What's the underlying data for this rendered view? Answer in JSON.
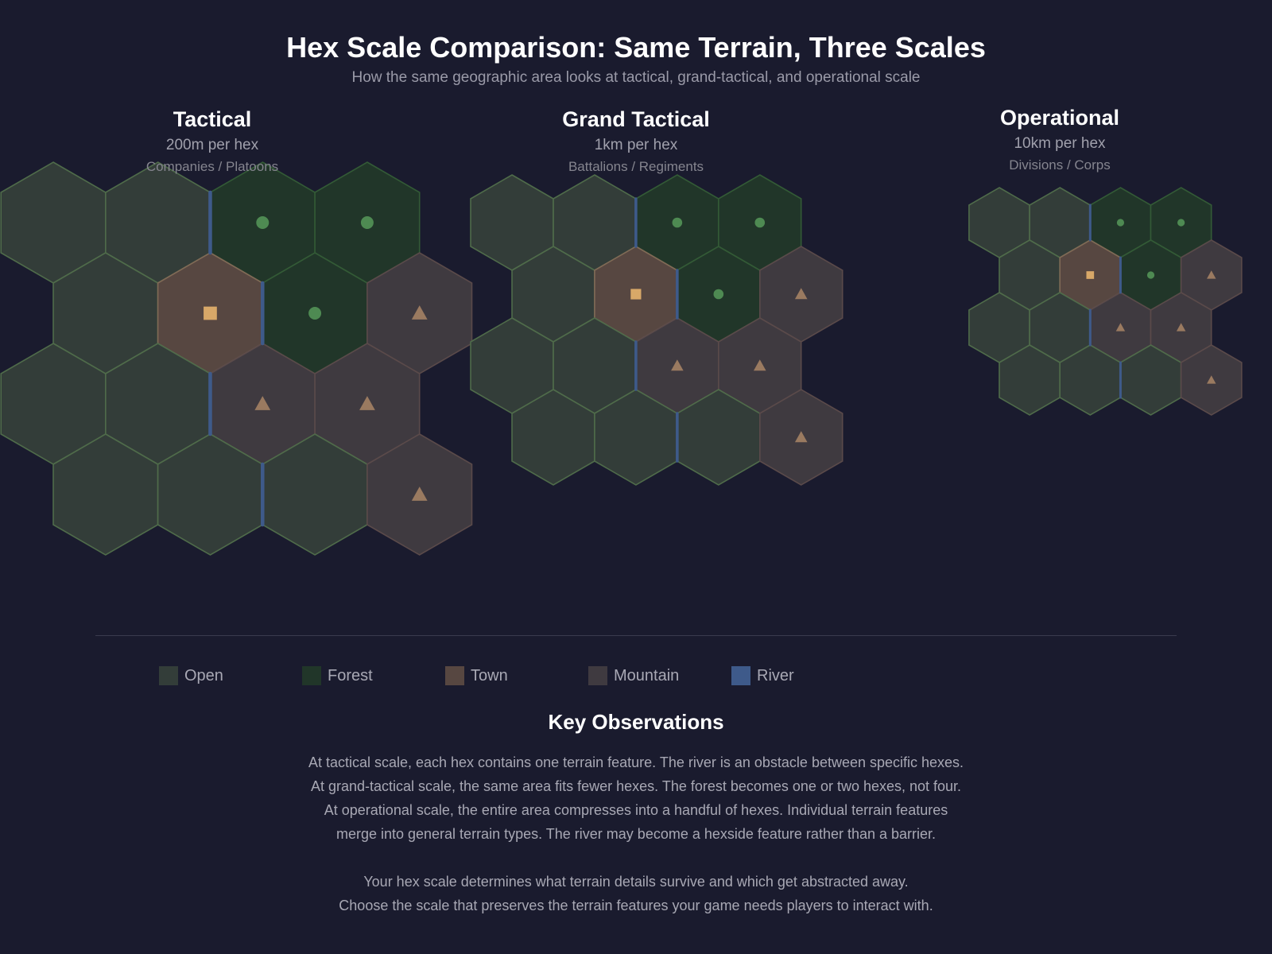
{
  "header": {
    "title": "Hex Scale Comparison: Same Terrain, Three Scales",
    "subtitle": "How the same geographic area looks at tactical, grand-tactical, and operational scale"
  },
  "colors": {
    "background": "#1a1b2e",
    "open": "#333d39",
    "forest": "#213629",
    "town": "#574741",
    "mountain": "#3f3a40",
    "river": "#3e5a8a",
    "forest_marker": "#4e8a52",
    "town_marker": "#d8a868",
    "mountain_marker": "#9a7a60"
  },
  "panels": [
    {
      "title": "Tactical",
      "scale": "200m per hex",
      "units": "Companies / Platoons",
      "hexes": [
        {
          "col": 0,
          "row": 0,
          "terrain": "open"
        },
        {
          "col": 1,
          "row": 0,
          "terrain": "open"
        },
        {
          "col": 2,
          "row": 0,
          "terrain": "forest"
        },
        {
          "col": 3,
          "row": 0,
          "terrain": "forest"
        },
        {
          "col": 0,
          "row": 1,
          "terrain": "open"
        },
        {
          "col": 1,
          "row": 1,
          "terrain": "town"
        },
        {
          "col": 2,
          "row": 1,
          "terrain": "forest"
        },
        {
          "col": 3,
          "row": 1,
          "terrain": "mountain"
        },
        {
          "col": 0,
          "row": 2,
          "terrain": "open"
        },
        {
          "col": 1,
          "row": 2,
          "terrain": "open"
        },
        {
          "col": 2,
          "row": 2,
          "terrain": "mountain"
        },
        {
          "col": 3,
          "row": 2,
          "terrain": "mountain"
        },
        {
          "col": 0,
          "row": 3,
          "terrain": "open"
        },
        {
          "col": 1,
          "row": 3,
          "terrain": "open"
        },
        {
          "col": 2,
          "row": 3,
          "terrain": "open"
        },
        {
          "col": 3,
          "row": 3,
          "terrain": "mountain"
        }
      ],
      "rivers": [
        {
          "row": 0,
          "between": [
            1,
            2
          ]
        },
        {
          "row": 1,
          "between": [
            1,
            2
          ]
        },
        {
          "row": 2,
          "between": [
            1,
            2
          ]
        },
        {
          "row": 3,
          "between": [
            1,
            2
          ]
        }
      ]
    },
    {
      "title": "Grand Tactical",
      "scale": "1km per hex",
      "units": "Battalions / Regiments",
      "hexes": [
        {
          "col": 0,
          "row": 0,
          "terrain": "open"
        },
        {
          "col": 1,
          "row": 0,
          "terrain": "open"
        },
        {
          "col": 2,
          "row": 0,
          "terrain": "forest"
        },
        {
          "col": 3,
          "row": 0,
          "terrain": "forest"
        },
        {
          "col": 0,
          "row": 1,
          "terrain": "open"
        },
        {
          "col": 1,
          "row": 1,
          "terrain": "town"
        },
        {
          "col": 2,
          "row": 1,
          "terrain": "forest"
        },
        {
          "col": 3,
          "row": 1,
          "terrain": "mountain"
        },
        {
          "col": 0,
          "row": 2,
          "terrain": "open"
        },
        {
          "col": 1,
          "row": 2,
          "terrain": "open"
        },
        {
          "col": 2,
          "row": 2,
          "terrain": "mountain"
        },
        {
          "col": 3,
          "row": 2,
          "terrain": "mountain"
        },
        {
          "col": 0,
          "row": 3,
          "terrain": "open"
        },
        {
          "col": 1,
          "row": 3,
          "terrain": "open"
        },
        {
          "col": 2,
          "row": 3,
          "terrain": "open"
        },
        {
          "col": 3,
          "row": 3,
          "terrain": "mountain"
        }
      ],
      "rivers": [
        {
          "row": 0,
          "between": [
            1,
            2
          ]
        },
        {
          "row": 1,
          "between": [
            1,
            2
          ]
        },
        {
          "row": 2,
          "between": [
            1,
            2
          ]
        },
        {
          "row": 3,
          "between": [
            1,
            2
          ]
        }
      ]
    },
    {
      "title": "Operational",
      "scale": "10km per hex",
      "units": "Divisions / Corps",
      "hexes": [
        {
          "col": 0,
          "row": 0,
          "terrain": "open"
        },
        {
          "col": 1,
          "row": 0,
          "terrain": "open"
        },
        {
          "col": 2,
          "row": 0,
          "terrain": "forest"
        },
        {
          "col": 3,
          "row": 0,
          "terrain": "forest"
        },
        {
          "col": 0,
          "row": 1,
          "terrain": "open"
        },
        {
          "col": 1,
          "row": 1,
          "terrain": "town"
        },
        {
          "col": 2,
          "row": 1,
          "terrain": "forest"
        },
        {
          "col": 3,
          "row": 1,
          "terrain": "mountain"
        },
        {
          "col": 0,
          "row": 2,
          "terrain": "open"
        },
        {
          "col": 1,
          "row": 2,
          "terrain": "open"
        },
        {
          "col": 2,
          "row": 2,
          "terrain": "mountain"
        },
        {
          "col": 3,
          "row": 2,
          "terrain": "mountain"
        },
        {
          "col": 0,
          "row": 3,
          "terrain": "open"
        },
        {
          "col": 1,
          "row": 3,
          "terrain": "open"
        },
        {
          "col": 2,
          "row": 3,
          "terrain": "open"
        },
        {
          "col": 3,
          "row": 3,
          "terrain": "mountain"
        }
      ],
      "rivers": [
        {
          "row": 0,
          "between": [
            1,
            2
          ]
        },
        {
          "row": 1,
          "between": [
            1,
            2
          ]
        },
        {
          "row": 2,
          "between": [
            1,
            2
          ]
        },
        {
          "row": 3,
          "between": [
            1,
            2
          ]
        }
      ]
    }
  ],
  "legend": [
    {
      "label": "Open",
      "color": "#333d39"
    },
    {
      "label": "Forest",
      "color": "#213629"
    },
    {
      "label": "Town",
      "color": "#574741"
    },
    {
      "label": "Mountain",
      "color": "#3f3a40"
    },
    {
      "label": "River",
      "color": "#3e5a8a"
    }
  ],
  "observations": {
    "title": "Key Observations",
    "lines": [
      "At tactical scale, each hex contains one terrain feature. The river is an obstacle between specific hexes.",
      "At grand-tactical scale, the same area fits fewer hexes. The forest becomes one or two hexes, not four.",
      "At operational scale, the entire area compresses into a handful of hexes. Individual terrain features",
      "merge into general terrain types. The river may become a hexside feature rather than a barrier."
    ],
    "closing": [
      "Your hex scale determines what terrain details survive and which get abstracted away.",
      "Choose the scale that preserves the terrain features your game needs players to interact with."
    ]
  }
}
